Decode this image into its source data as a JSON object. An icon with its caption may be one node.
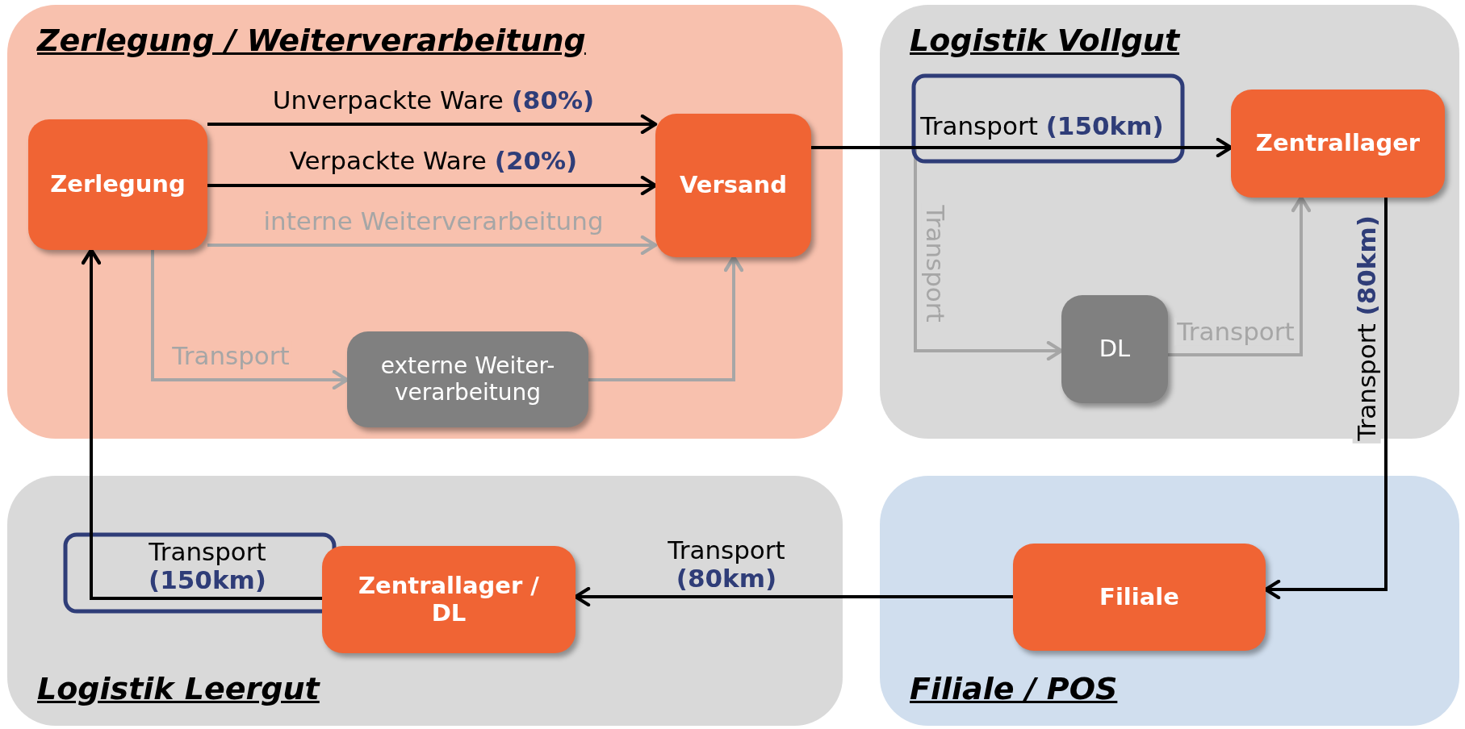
{
  "diagram": {
    "nodes": [
      {
        "text": [
          "Zerlegung / Weiterverarbeitung"
        ]
      },
      {
        "text": [
          "Zerlegung"
        ],
        "in": 0
      },
      {
        "text": [
          "Versand"
        ],
        "in": 0
      },
      {
        "text": [
          "externe Weiter- verarbeitung"
        ],
        "in": 0
      },
      {
        "text": [
          "Logistik Vollgut"
        ]
      },
      {
        "text": [
          "Zentrallager"
        ],
        "in": 4
      },
      {
        "text": [
          "DL"
        ],
        "in": 4
      },
      {
        "text": [
          "Logistik Leergut"
        ]
      },
      {
        "text": [
          "Zentrallager / DL"
        ],
        "in": 7
      },
      {
        "text": [
          "Filiale / POS"
        ]
      },
      {
        "text": [
          "Filiale"
        ],
        "in": 9
      }
    ],
    "edges": [
      {
        "from": 1,
        "to": 2,
        "arrow": "to",
        "label": "Unverpackte Ware **(80%)**"
      },
      {
        "from": 1,
        "to": 2,
        "arrow": "to",
        "label": "Verpackte Ware **(20%)**"
      },
      {
        "from": 1,
        "to": 2,
        "arrow": "to",
        "label": "interne Weiterverarbeitung",
        "color": "#a6a6a6"
      },
      {
        "from": 1,
        "to": 3,
        "arrow": "to",
        "label": "Transport",
        "color": "#a6a6a6"
      },
      {
        "from": 3,
        "to": 2,
        "arrow": "to",
        "color": "#a6a6a6"
      },
      {
        "from": 2,
        "to": 5,
        "arrow": "to",
        "label": "Transport **(150km)**"
      },
      {
        "from": 2,
        "to": 6,
        "arrow": "to",
        "label": "Transport",
        "color": "#a6a6a6"
      },
      {
        "from": 6,
        "to": 5,
        "arrow": "to",
        "label": "Transport",
        "color": "#a6a6a6"
      },
      {
        "from": 5,
        "to": 10,
        "arrow": "to",
        "label": "Transport **(80km)**"
      },
      {
        "from": 10,
        "to": 8,
        "arrow": "to",
        "label": "Transport **(80km)**"
      },
      {
        "from": 8,
        "to": 1,
        "arrow": "to",
        "label": "Transport **(150km)**"
      }
    ]
  }
}
